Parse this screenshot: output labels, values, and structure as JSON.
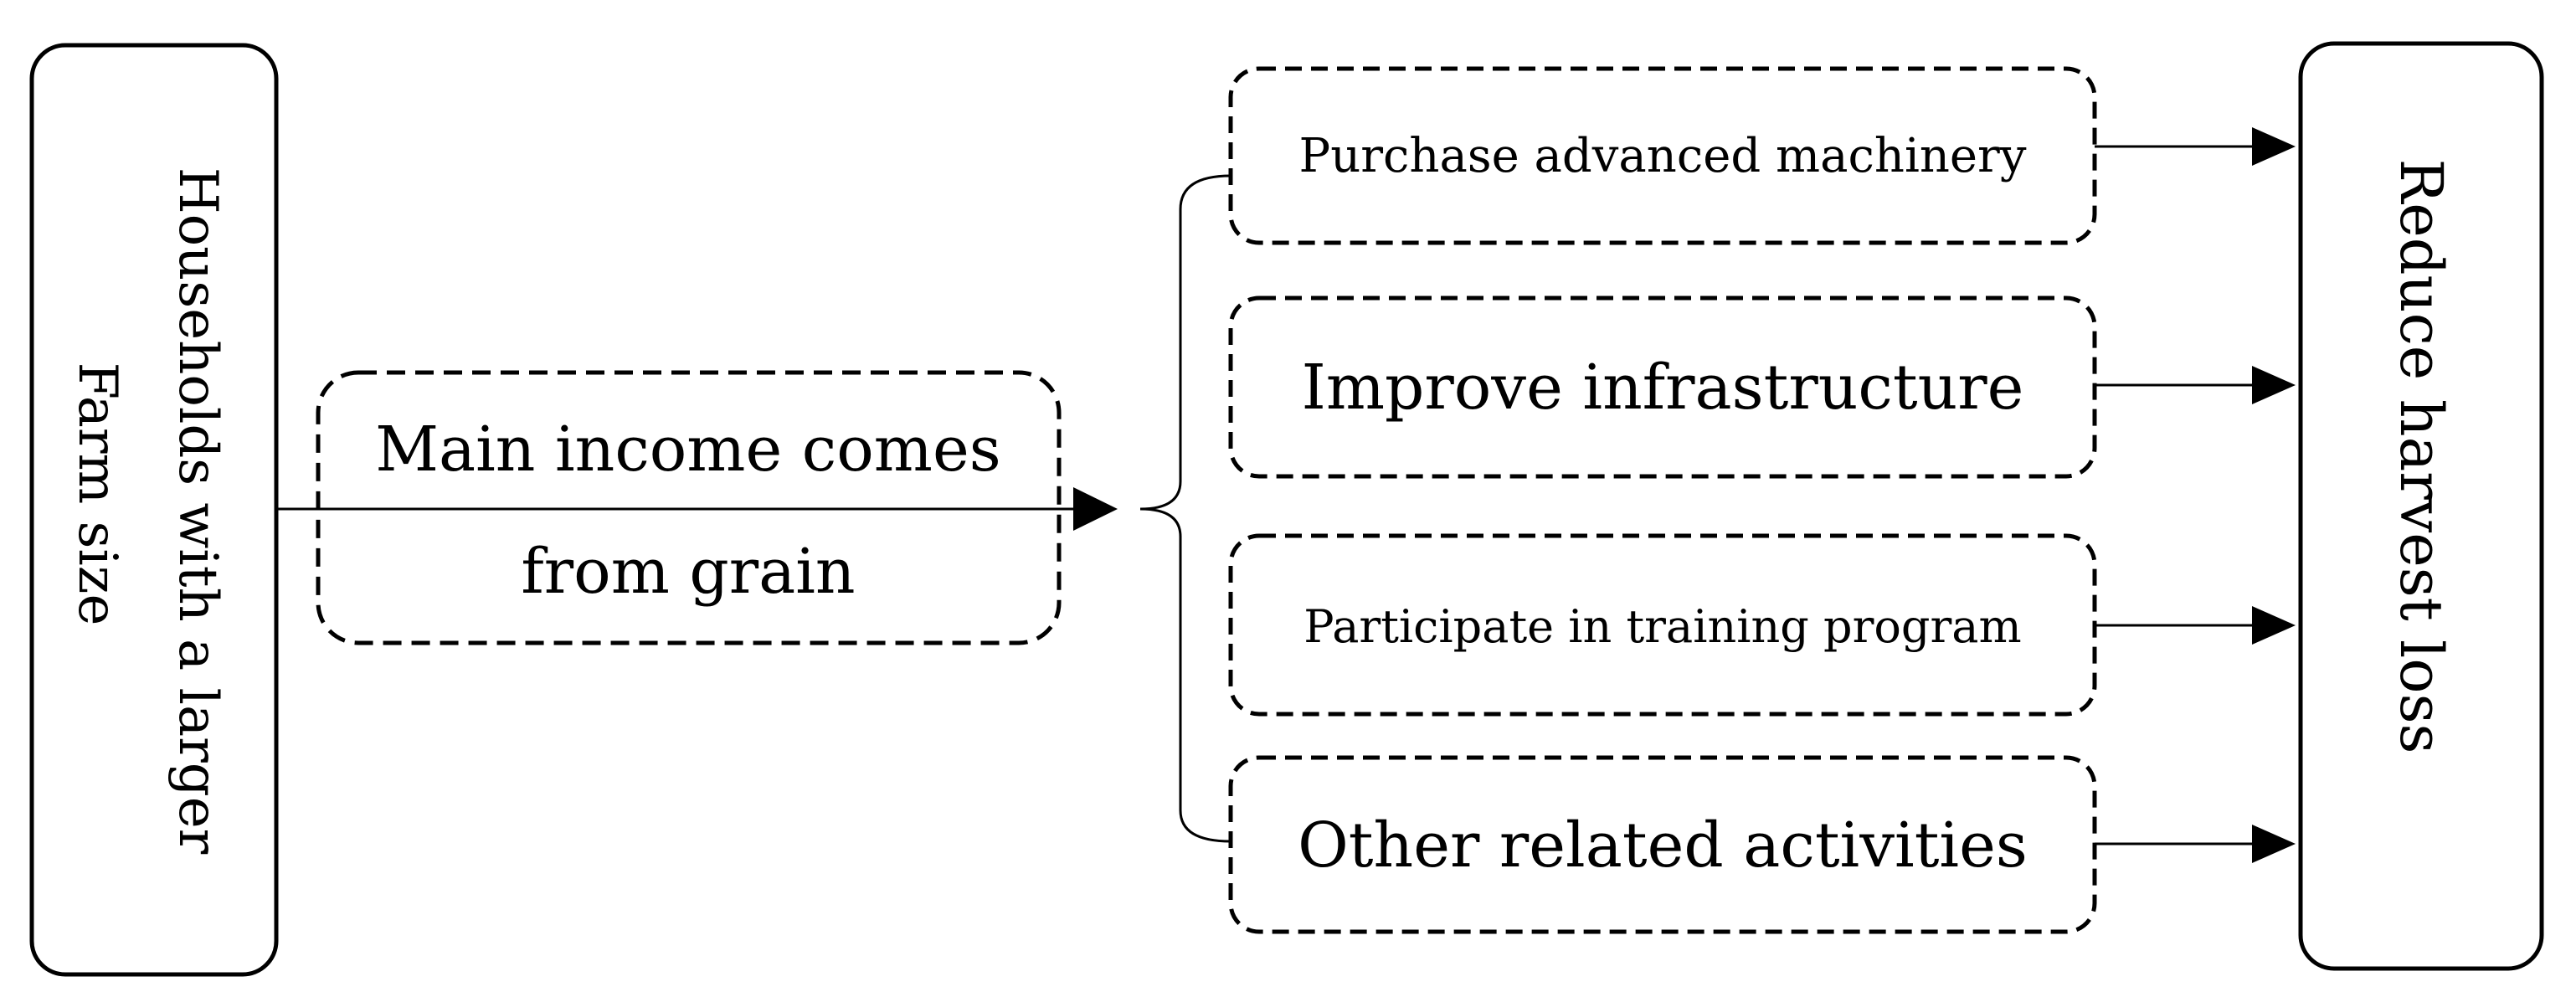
{
  "source_box": {
    "line1": "Households with a larger",
    "line2": "Farm size"
  },
  "middle_box": {
    "line1": "Main income comes",
    "line2": "from grain"
  },
  "actions": [
    {
      "label": "Purchase advanced machinery"
    },
    {
      "label": "Improve infrastructure"
    },
    {
      "label": "Participate in training program"
    },
    {
      "label": "Other related activities"
    }
  ],
  "target_box": {
    "label": "Reduce harvest loss"
  },
  "colors": {
    "stroke": "#000000",
    "background": "#ffffff"
  }
}
